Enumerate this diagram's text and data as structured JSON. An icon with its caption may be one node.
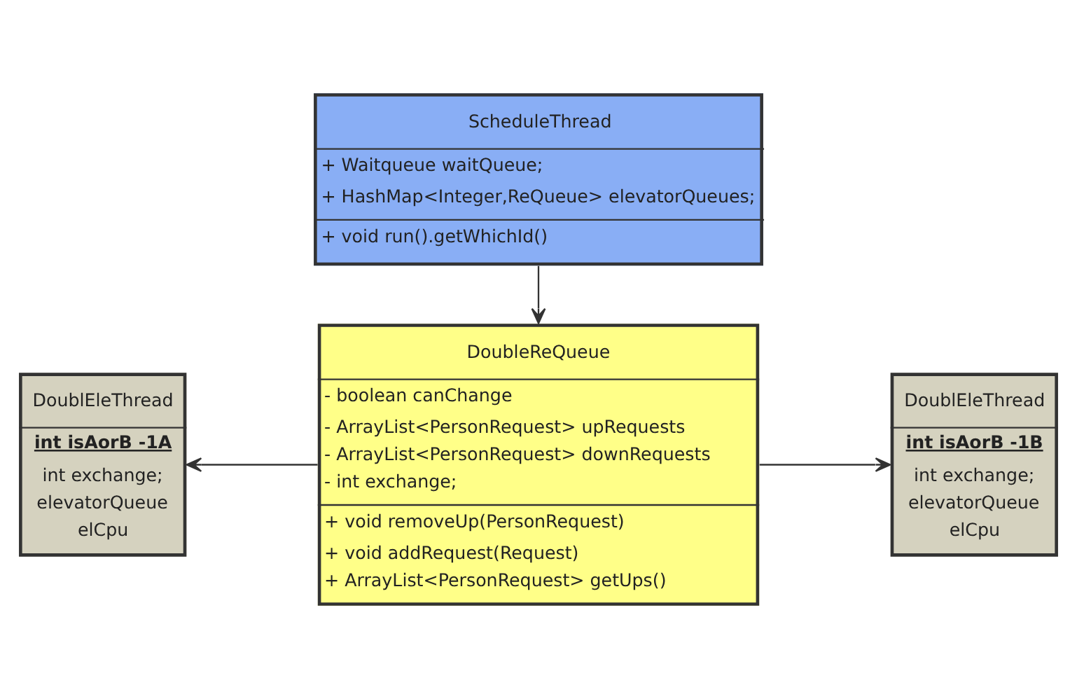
{
  "diagram": {
    "nodes": [
      {
        "text": [
          "ScheduleThread",
          "+ Waitqueue waitQueue;",
          "+ HashMap<Integer,ReQueue> elevatorQueues;",
          "+ void run().getWhichId()"
        ]
      },
      {
        "text": [
          "DoubleReQueue",
          "- boolean canChange",
          "- ArrayList<PersonRequest> upRequests",
          "- ArrayList<PersonRequest> downRequests",
          "- int exchange;",
          "+ void removeUp(PersonRequest)",
          "+ void addRequest(Request)",
          "+ ArrayList<PersonRequest> getUps()"
        ]
      },
      {
        "text": [
          "DoublEleThread",
          "int isAorB -1A",
          "int exchange;",
          "elevatorQueue",
          "elCpu"
        ]
      },
      {
        "text": [
          "DoublEleThread",
          "int isAorB -1B",
          "int exchange;",
          "elevatorQueue",
          "elCpu"
        ]
      }
    ],
    "edges": [
      {
        "from": 0,
        "to": 1,
        "arrow": "to"
      },
      {
        "from": 1,
        "to": 2,
        "arrow": "to"
      },
      {
        "from": 1,
        "to": 3,
        "arrow": "to"
      }
    ]
  }
}
